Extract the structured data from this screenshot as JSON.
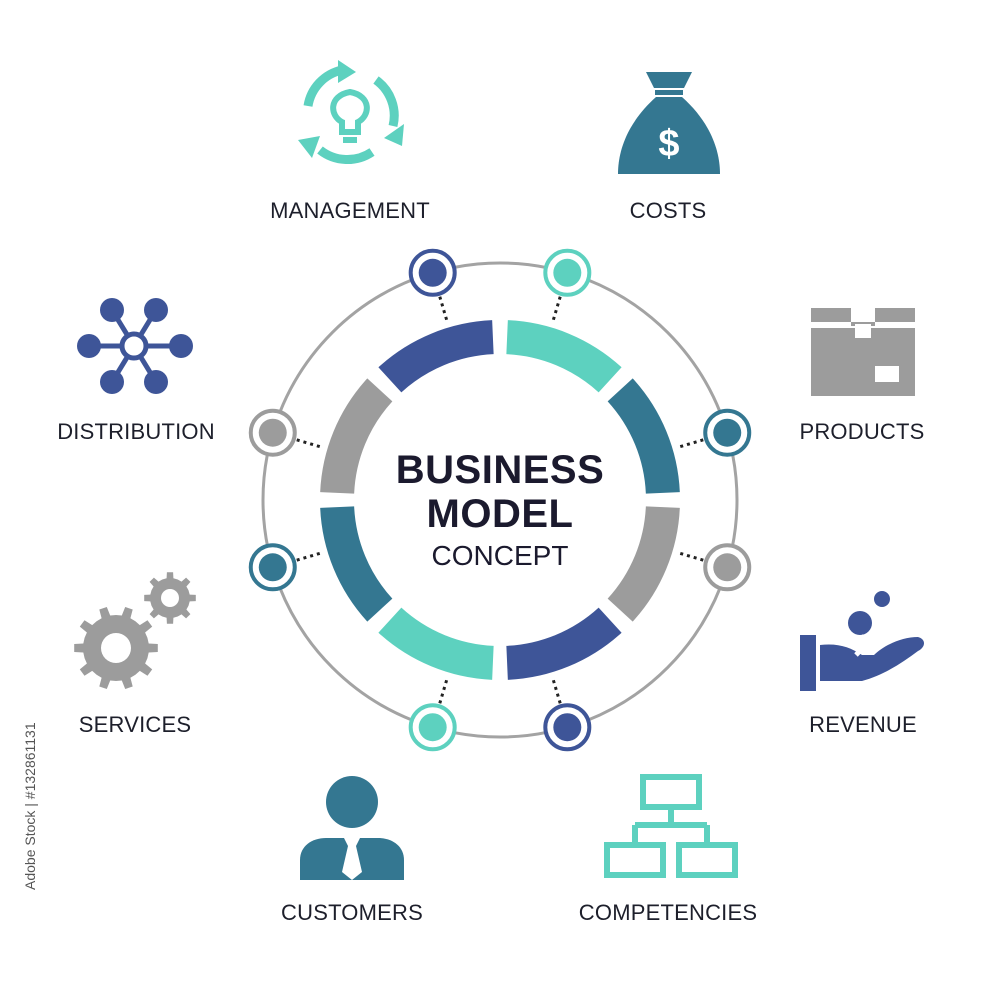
{
  "center": {
    "line1": "BUSINESS",
    "line2": "MODEL",
    "line3": "CONCEPT"
  },
  "colors": {
    "teal": "#5dd1bf",
    "petrol": "#347791",
    "gray": "#9c9c9c",
    "navy": "#3e5598",
    "ring": "#a3a3a3",
    "text": "#1d1f2b"
  },
  "segments": [
    {
      "color": "teal",
      "icon": "management"
    },
    {
      "color": "petrol",
      "icon": "costs"
    },
    {
      "color": "gray",
      "icon": "products"
    },
    {
      "color": "navy",
      "icon": "revenue"
    },
    {
      "color": "teal",
      "icon": "competencies"
    },
    {
      "color": "petrol",
      "icon": "customers"
    },
    {
      "color": "gray",
      "icon": "services"
    },
    {
      "color": "navy",
      "icon": "distribution"
    }
  ],
  "labels": {
    "management": "MANAGEMENT",
    "costs": "COSTS",
    "products": "PRODUCTS",
    "revenue": "REVENUE",
    "competencies": "COMPETENCIES",
    "customers": "CUSTOMERS",
    "services": "SERVICES",
    "distribution": "DISTRIBUTION"
  },
  "icons": {
    "management": "cycle-lightbulb-icon",
    "costs": "money-bag-icon",
    "products": "box-icon",
    "revenue": "hand-coins-icon",
    "competencies": "hierarchy-icon",
    "customers": "person-icon",
    "services": "gears-icon",
    "distribution": "network-icon"
  },
  "stock_id": "Adobe Stock | #132861131"
}
